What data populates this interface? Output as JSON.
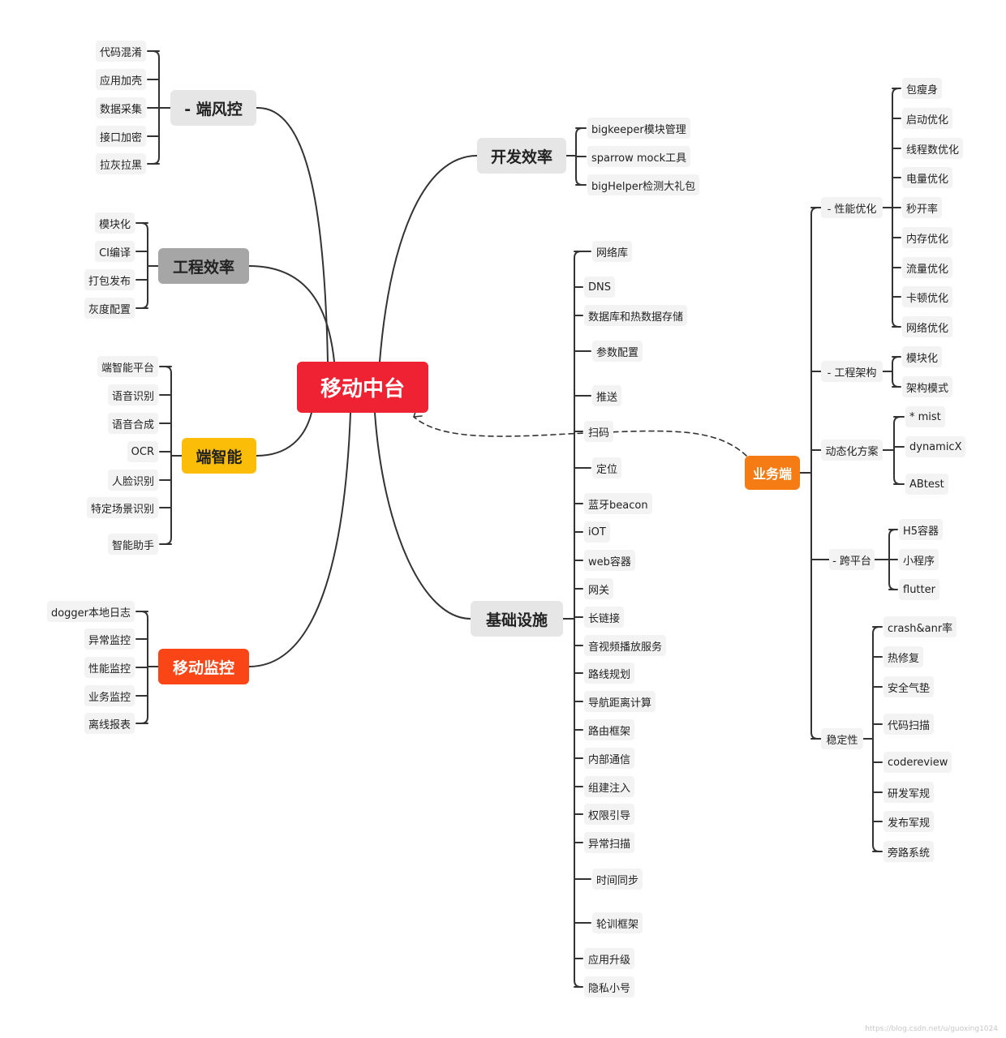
{
  "root": "移动中台",
  "branches": {
    "risk": {
      "title": "- 端风控",
      "items": [
        "代码混淆",
        "应用加壳",
        "数据采集",
        "接口加密",
        "拉灰拉黑"
      ]
    },
    "engineering": {
      "title": "工程效率",
      "items": [
        "模块化",
        "CI编译",
        "打包发布",
        "灰度配置"
      ]
    },
    "intelligence": {
      "title": "端智能",
      "items": [
        "端智能平台",
        "语音识别",
        "语音合成",
        "OCR",
        "人脸识别",
        "特定场景识别",
        "智能助手"
      ]
    },
    "monitoring": {
      "title": "移动监控",
      "items": [
        "dogger本地日志",
        "异常监控",
        "性能监控",
        "业务监控",
        "离线报表"
      ]
    },
    "devEfficiency": {
      "title": "开发效率",
      "items": [
        "bigkeeper模块管理",
        "sparrow mock工具",
        "bigHelper检测大礼包"
      ]
    },
    "infrastructure": {
      "title": "基础设施",
      "items": [
        "网络库",
        "DNS",
        "数据库和热数据存储",
        "参数配置",
        "推送",
        "扫码",
        "定位",
        "蓝牙beacon",
        "iOT",
        "web容器",
        "网关",
        "长链接",
        "音视频播放服务",
        "路线规划",
        "导航距离计算",
        "路由框架",
        "内部通信",
        "组建注入",
        "权限引导",
        "异常扫描",
        "时间同步",
        "轮训框架",
        "应用升级",
        "隐私小号"
      ]
    },
    "business": {
      "title": "业务端",
      "groups": [
        {
          "title": "- 性能优化",
          "items": [
            "包瘦身",
            "启动优化",
            "线程数优化",
            "电量优化",
            "秒开率",
            "内存优化",
            "流量优化",
            "卡顿优化",
            "网络优化"
          ]
        },
        {
          "title": "- 工程架构",
          "items": [
            "模块化",
            "架构模式"
          ]
        },
        {
          "title": "动态化方案",
          "items": [
            "* mist",
            "dynamicX",
            "ABtest"
          ]
        },
        {
          "title": "- 跨平台",
          "items": [
            "H5容器",
            "小程序",
            "flutter"
          ]
        },
        {
          "title": "稳定性",
          "items": [
            "crash&anr率",
            "热修复",
            "安全气垫",
            "代码扫描",
            "codereview",
            "研发军规",
            "发布军规",
            "旁路系统"
          ]
        }
      ]
    }
  },
  "watermark": "https://blog.csdn.net/u/guoxing1024",
  "colors": {
    "root": "#ee2232",
    "risk": "#e6e6e6",
    "engineering": "#a6a6a6",
    "intelligence": "#fbbd08",
    "monitoring": "#fa4616",
    "devEfficiency": "#e6e6e6",
    "infrastructure": "#e6e6e6",
    "business": "#f57c14",
    "line": "#333333"
  }
}
